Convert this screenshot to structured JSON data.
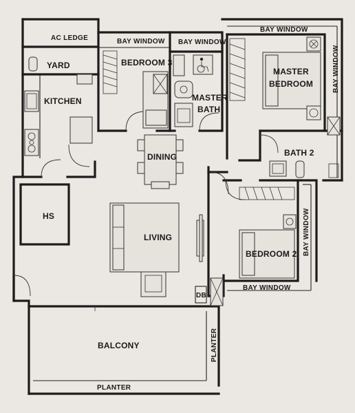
{
  "rooms": {
    "ac_ledge": "AC LEDGE",
    "yard": "YARD",
    "kitchen": "KITCHEN",
    "hs": "HS",
    "bedroom3": "BEDROOM 3",
    "master_bath_1": "MASTER",
    "master_bath_2": "BATH",
    "master_bedroom_1": "MASTER",
    "master_bedroom_2": "BEDROOM",
    "bath2": "BATH 2",
    "dining": "DINING",
    "living": "LIVING",
    "bedroom2": "BEDROOM 2",
    "db": "DB",
    "balcony": "BALCONY",
    "planter_bottom": "PLANTER",
    "planter_side": "PLANTER"
  },
  "bay_windows": {
    "bedroom3_top": "BAY WINDOW",
    "master_bath_top": "BAY WINDOW",
    "master_top": "BAY WINDOW",
    "master_side": "BAY WINDOW",
    "bedroom2_side": "BAY WINDOW",
    "bedroom2_bottom": "BAY WINDOW"
  },
  "colors": {
    "paper": "#ebe7e2",
    "ink": "#1c1c1c"
  },
  "icons": [
    "wheelchair-icon",
    "toilet-icon",
    "sink-icon",
    "stove-icon",
    "aircon-icon"
  ]
}
